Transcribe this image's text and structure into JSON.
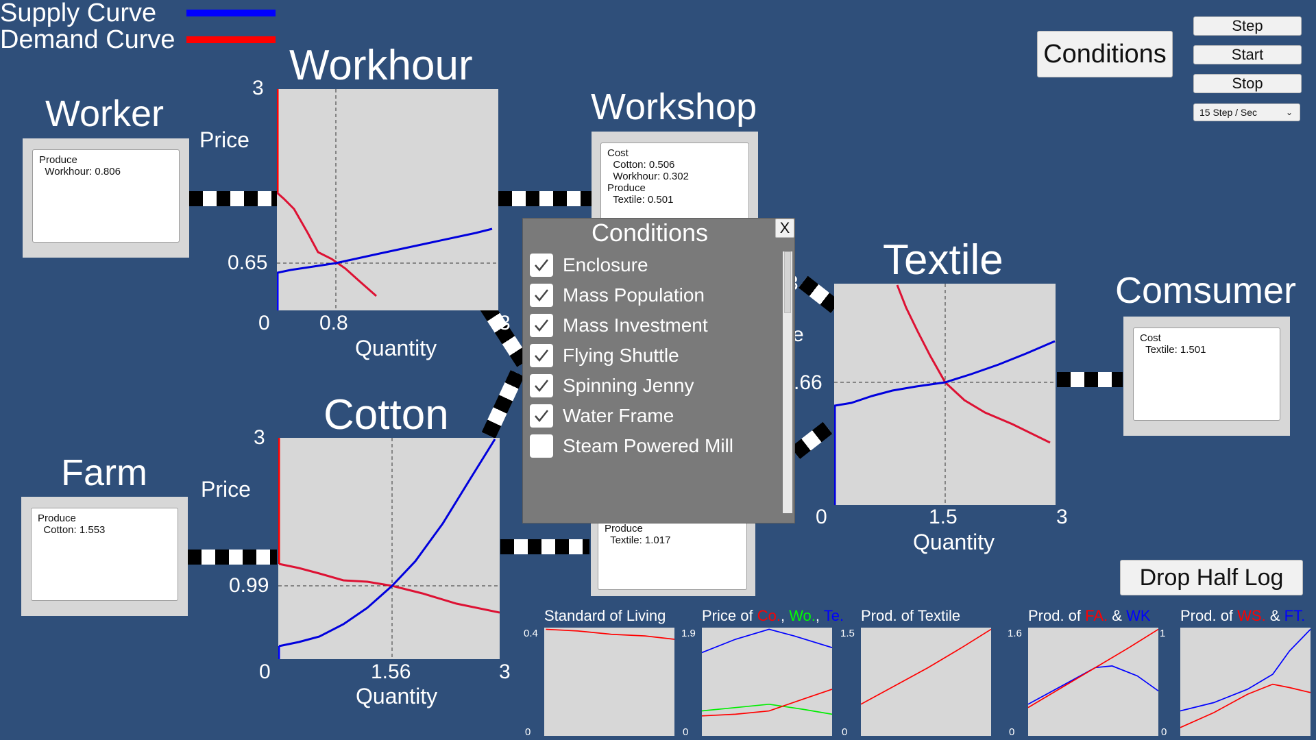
{
  "legend": {
    "supply_label": "Supply Curve",
    "demand_label": "Demand Curve",
    "supply_color": "#0000ff",
    "demand_color": "#ff0000"
  },
  "nodes": {
    "worker": {
      "title": "Worker",
      "text": "Produce\n  Workhour: 0.806"
    },
    "farm": {
      "title": "Farm",
      "text": "Produce\n  Cotton: 1.553"
    },
    "workshop": {
      "title": "Workshop",
      "text": "Cost\n  Cotton: 0.506\n  Workhour: 0.302\nProduce\n  Textile: 0.501"
    },
    "factory": {
      "text_visible": "Workhour: 0.49\nProduce\n  Textile: 1.017"
    },
    "consumer": {
      "title": "Comsumer",
      "text": "Cost\n  Textile: 1.501"
    }
  },
  "markets": {
    "workhour": {
      "title": "Workhour",
      "price_label": "Price",
      "quantity_label": "Quantity",
      "y_max": "3",
      "y_eq": "0.65",
      "x_min": "0",
      "x_eq": "0.8",
      "x_max": "3"
    },
    "cotton": {
      "title": "Cotton",
      "price_label": "Price",
      "quantity_label": "Quantity",
      "y_max": "3",
      "y_eq": "0.99",
      "x_min": "0",
      "x_eq": "1.56",
      "x_max": "3"
    },
    "textile": {
      "title": "Textile",
      "price_label_partial": "e",
      "quantity_label": "Quantity",
      "y_max": "3",
      "y_eq_partial": ".66",
      "x_min": "0",
      "x_eq": "1.5",
      "x_max": "3"
    }
  },
  "buttons": {
    "conditions": "Conditions",
    "step": "Step",
    "start": "Start",
    "stop": "Stop",
    "speed": "15 Step / Sec",
    "drop_half_log": "Drop Half Log"
  },
  "dialog": {
    "title": "Conditions",
    "close": "X",
    "items": [
      {
        "label": "Enclosure",
        "checked": true
      },
      {
        "label": "Mass Population",
        "checked": true
      },
      {
        "label": "Mass Investment",
        "checked": true
      },
      {
        "label": "Flying Shuttle",
        "checked": true
      },
      {
        "label": "Spinning Jenny",
        "checked": true
      },
      {
        "label": "Water Frame",
        "checked": true
      },
      {
        "label": "Steam Powered Mill",
        "checked": false
      }
    ]
  },
  "mini_charts": [
    {
      "title_parts": [
        [
          "Standard of Living",
          "#ffffff"
        ]
      ],
      "y_max": "0.4",
      "y_min": "0"
    },
    {
      "title_parts": [
        [
          "Price of ",
          "#ffffff"
        ],
        [
          "Co.",
          "#ff0000"
        ],
        [
          ", ",
          "#ffffff"
        ],
        [
          "Wo.",
          "#00ff00"
        ],
        [
          ", ",
          "#ffffff"
        ],
        [
          "Te.",
          "#0000ff"
        ]
      ],
      "y_max": "1.9",
      "y_min": "0"
    },
    {
      "title_parts": [
        [
          "Prod. of Textile",
          "#ffffff"
        ]
      ],
      "y_max": "1.5",
      "y_min": "0"
    },
    {
      "title_parts": [
        [
          "Prod. of ",
          "#ffffff"
        ],
        [
          "FA.",
          "#ff0000"
        ],
        [
          " & ",
          "#ffffff"
        ],
        [
          "WK",
          "#0000ff"
        ]
      ],
      "y_max": "1.6",
      "y_min": "0"
    },
    {
      "title_parts": [
        [
          "Prod. of ",
          "#ffffff"
        ],
        [
          "WS.",
          "#ff0000"
        ],
        [
          " & ",
          "#ffffff"
        ],
        [
          "FT.",
          "#0000ff"
        ]
      ],
      "y_max": "1",
      "y_min": "0"
    }
  ]
}
